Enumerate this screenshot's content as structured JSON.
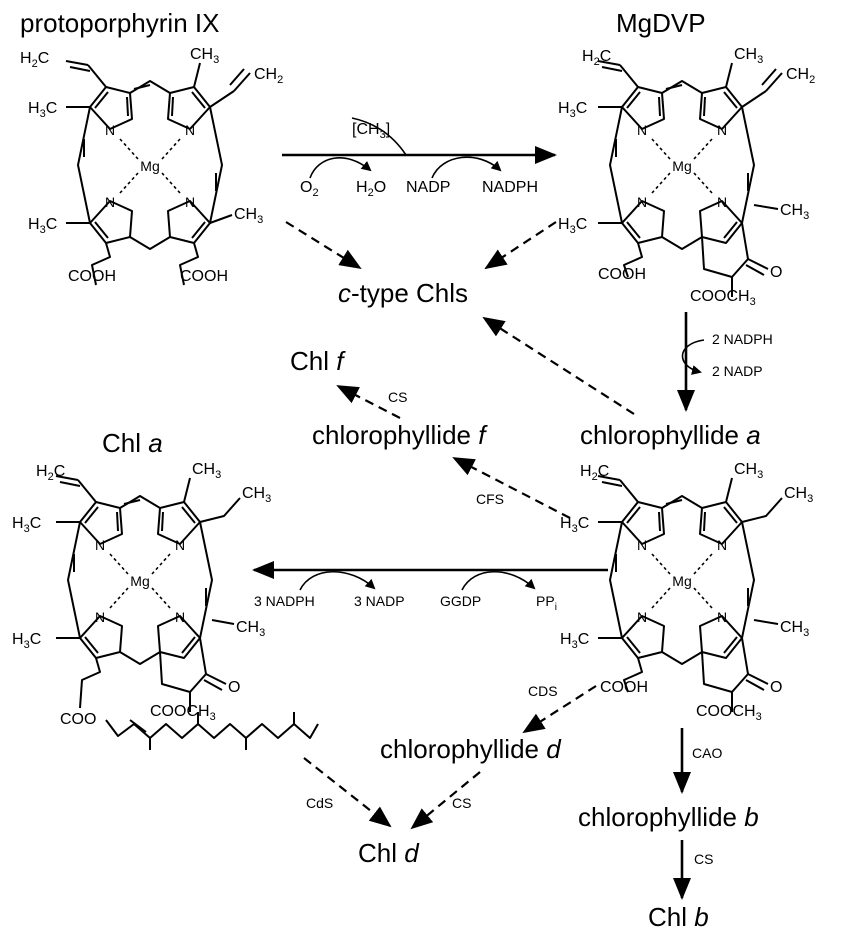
{
  "compounds": {
    "protoporphyrin": "protoporphyrin IX",
    "mgdvp": "MgDVP",
    "c_type_prefix": "c",
    "c_type_suffix": "-type Chls",
    "chl_f_prefix": "Chl ",
    "chl_f_italic": "f",
    "chlide_f_prefix": "chlorophyllide ",
    "chlide_f_italic": "f",
    "chlide_a_prefix": "chlorophyllide ",
    "chlide_a_italic": "a",
    "chl_a_prefix": "Chl ",
    "chl_a_italic": "a",
    "chlide_d_prefix": "chlorophyllide ",
    "chlide_d_italic": "d",
    "chl_d_prefix": "Chl ",
    "chl_d_italic": "d",
    "chlide_b_prefix": "chlorophyllide ",
    "chlide_b_italic": "b",
    "chl_b_prefix": "Chl ",
    "chl_b_italic": "b"
  },
  "reactions": {
    "methyl_donor": "[CH3]",
    "o2": "O2",
    "h2o": "H2O",
    "nadp": "NADP",
    "nadph": "NADPH",
    "two_nadph": "2 NADPH",
    "two_nadp": "2 NADP",
    "three_nadph": "3 NADPH",
    "three_nadp": "3 NADP",
    "ggdp": "GGDP",
    "ppi": "PPi"
  },
  "enzymes": {
    "cs_f": "CS",
    "cfs": "CFS",
    "cds": "CDS",
    "cao": "CAO",
    "cds_lower": "CdS",
    "cs_d": "CS",
    "cs_b": "CS"
  },
  "atoms": {
    "mg": "Mg",
    "n": "N",
    "h2c": "H2C",
    "ch2": "CH2",
    "h3c": "H3C",
    "ch3": "CH3",
    "cooh": "COOH",
    "coo": "COO",
    "coocH3": "COOCH3",
    "o": "O"
  }
}
